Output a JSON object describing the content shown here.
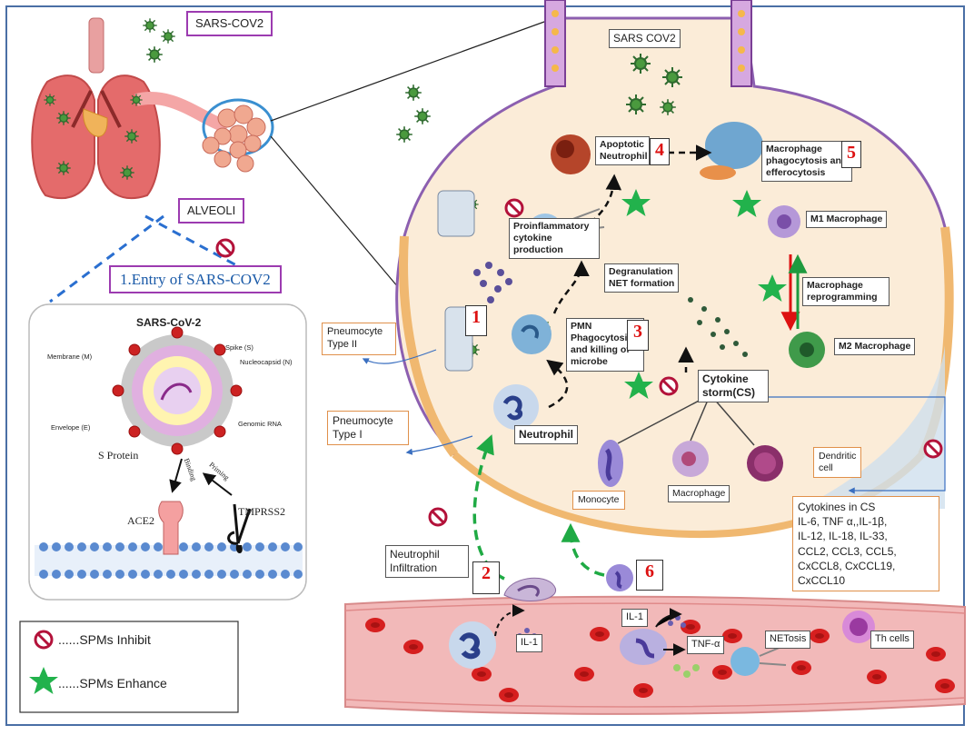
{
  "labels": {
    "sarscov2_top": "SARS-COV2",
    "alveoli": "ALVEOLI",
    "entry": "1.Entry of SARS-COV2",
    "sars_cov2_inner": "SARS COV2",
    "apoptotic": "Apoptotic\nNeutrophil",
    "macrophage_phago": "Macrophage\nphagocytosis  and\nefferocytosis",
    "m1": "M1  Macrophage",
    "m2": "M2  Macrophage",
    "proinflammatory": "Proinflammatory\ncytokine\nproduction",
    "degranulation": "Degranulation\nNET formation",
    "macrophage_reprog": "Macrophage\nreprogramming",
    "pmn": "PMN\nPhagocytosis\nand killing of\nmicrobe",
    "cytokine_storm": "Cytokine\nstorm(CS)",
    "neutrophil": "Neutrophil",
    "monocyte": "Monocyte",
    "macrophage": "Macrophage",
    "dendritic": "Dendritic\ncell",
    "pneumocyte2": "Pneumocyte\nType II",
    "pneumocyte1": "Pneumocyte\nType I",
    "cytokines_cs": "Cytokines in CS\nIL-6, TNF α,,IL-1β,\n IL-12, IL-18, IL-33,\nCCL2, CCL3, CCL5,\nCxCCL8, CxCCL19,\nCxCCL10",
    "neutrophil_infiltration": "Neutrophil\nInfiltration",
    "il1_a": "IL-1",
    "il1_b": "IL-1",
    "tnf": "TNF-α",
    "netosis": "NETosis",
    "th_cells": "Th cells"
  },
  "numbers": {
    "n1": "1",
    "n2": "2",
    "n3": "3",
    "n4": "4",
    "n5": "5",
    "n6": "6"
  },
  "virion": {
    "title": "SARS-CoV-2",
    "membrane": "Membrane (M)",
    "spike": "Spike (S)",
    "nucleocapsid": "Nucleocapsid (N)",
    "envelope": "Envelope (E)",
    "rna": "Genomic RNA",
    "s_protein": "S Protein",
    "binding": "Binding",
    "priming": "Priming",
    "ace2": "ACE2",
    "tmprss2": "TMPRSS2"
  },
  "legend": {
    "inhibit": "......SPMs Inhibit",
    "enhance": "......SPMs Enhance"
  },
  "colors": {
    "inhibit": "#b3123a",
    "enhance": "#22b24c",
    "infiltration_arrow": "#1faa44",
    "number": "#dd1111",
    "vessel": "#f2b9b9",
    "alveolus": "#fbecd8",
    "alveolus_border": "#8c5fb0"
  }
}
